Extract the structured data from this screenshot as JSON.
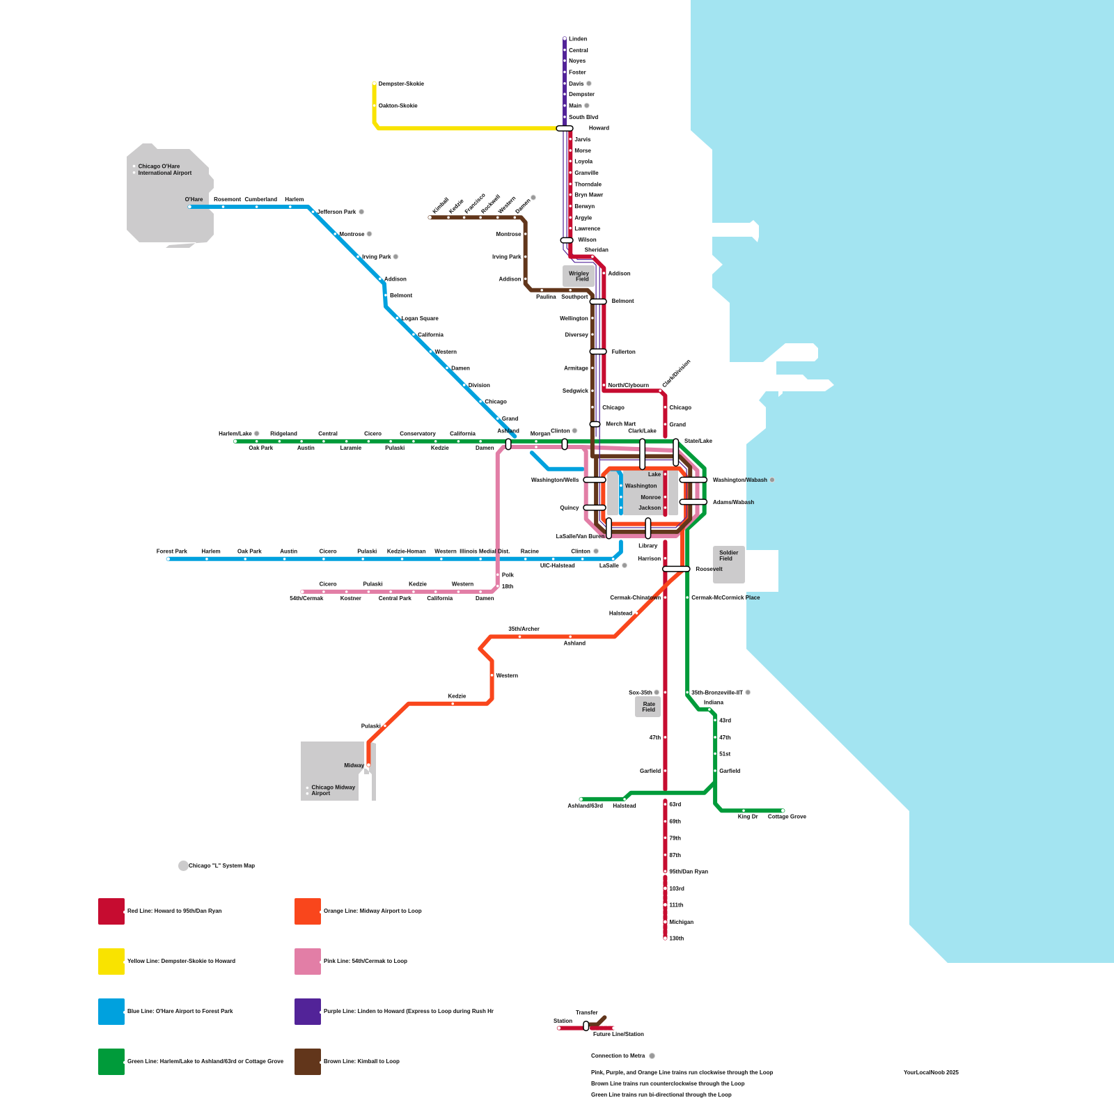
{
  "title": "Chicago \"L\" System Map",
  "credit": "YourLocalNoob 2025",
  "colors": {
    "red": "#c60c30",
    "yellow": "#f9e300",
    "blue": "#00a1de",
    "green": "#009b3a",
    "orange": "#f9461c",
    "pink": "#e27ea6",
    "purple": "#522398",
    "brown": "#62361b",
    "lake": "#a3e4f1",
    "landmark": "#cccbcc",
    "metra": "#999999"
  },
  "landmarks": [
    "Chicago O'Hare International Airport",
    "Wrigley Field",
    "Soldier Field",
    "Rate Field",
    "Chicago Midway Airport"
  ],
  "landmark_labels": {
    "ohare": [
      "Chicago O'Hare",
      "International Airport"
    ],
    "wrigley": [
      "Wrigley",
      "Field"
    ],
    "soldier": [
      "Soldier",
      "Field"
    ],
    "rate": [
      "Rate",
      "Field"
    ],
    "midway": [
      "Chicago Midway",
      "Airport"
    ]
  },
  "lines": {
    "purple": {
      "name": "Purple",
      "stations": [
        "Linden",
        "Central",
        "Noyes",
        "Foster",
        "Davis",
        "Dempster",
        "Main",
        "South Blvd",
        "Howard"
      ],
      "metra": [
        "Davis",
        "Main"
      ]
    },
    "yellow": {
      "name": "Yellow",
      "stations": [
        "Dempster-Skokie",
        "Oakton-Skokie",
        "Howard"
      ]
    },
    "red": {
      "name": "Red",
      "stations": [
        "Howard",
        "Jarvis",
        "Morse",
        "Loyola",
        "Granville",
        "Thorndale",
        "Bryn Mawr",
        "Berwyn",
        "Argyle",
        "Lawrence",
        "Wilson",
        "Sheridan",
        "Addison",
        "Belmont",
        "Fullerton",
        "North/Clybourn",
        "Clark/Division",
        "Chicago",
        "Grand",
        "Lake",
        "Monroe",
        "Jackson",
        "Harrison",
        "Roosevelt",
        "Cermak-Chinatown",
        "Sox-35th",
        "47th",
        "Garfield",
        "63rd",
        "69th",
        "79th",
        "87th",
        "95th/Dan Ryan"
      ],
      "future": [
        "103rd",
        "111th",
        "Michigan",
        "130th"
      ],
      "metra": [
        "Sox-35th"
      ]
    },
    "blue": {
      "name": "Blue",
      "stations": [
        "O'Hare",
        "Rosemont",
        "Cumberland",
        "Harlem",
        "Jefferson Park",
        "Montrose",
        "Irving Park",
        "Addison",
        "Belmont",
        "Logan Square",
        "California",
        "Western",
        "Damen",
        "Division",
        "Chicago",
        "Grand",
        "Washington",
        "Monroe",
        "Jackson",
        "LaSalle",
        "Clinton",
        "UIC-Halstead",
        "Racine",
        "Illinois Medial Dist.",
        "Western",
        "Kedzie-Homan",
        "Pulaski",
        "Cicero",
        "Austin",
        "Oak Park",
        "Harlem",
        "Forest Park"
      ],
      "metra": [
        "Jefferson Park",
        "Montrose",
        "Irving Park",
        "LaSalle",
        "Clinton"
      ]
    },
    "green": {
      "name": "Green",
      "stations": [
        "Harlem/Lake",
        "Oak Park",
        "Ridgeland",
        "Austin",
        "Central",
        "Laramie",
        "Cicero",
        "Pulaski",
        "Conservatory",
        "Kedzie",
        "California",
        "Damen",
        "Ashland",
        "Morgan",
        "Clinton",
        "Clark/Lake",
        "State/Lake",
        "Washington/Wabash",
        "Adams/Wabash",
        "Roosevelt",
        "Cermak-McCormick Place",
        "35th-Bronzeville-IIT",
        "Indiana",
        "43rd",
        "47th",
        "51st",
        "Garfield",
        "Halstead",
        "Ashland/63rd",
        "King Dr",
        "Cottage Grove"
      ],
      "metra": [
        "Harlem/Lake",
        "Clinton",
        "Washington/Wabash",
        "35th-Bronzeville-IIT"
      ]
    },
    "brown": {
      "name": "Brown",
      "stations": [
        "Kimball",
        "Kedzie",
        "Francisco",
        "Rockwell",
        "Western",
        "Damen",
        "Montrose",
        "Irving Park",
        "Addison",
        "Paulina",
        "Southport",
        "Belmont",
        "Wellington",
        "Diversey",
        "Fullerton",
        "Armitage",
        "Sedgwick",
        "Chicago",
        "Merch Mart"
      ]
    },
    "pink": {
      "name": "Pink",
      "stations": [
        "54th/Cermak",
        "Cicero",
        "Kostner",
        "Pulaski",
        "Central Park",
        "Kedzie",
        "California",
        "Western",
        "Damen",
        "18th",
        "Polk",
        "Ashland",
        "Morgan",
        "Clinton"
      ]
    },
    "orange": {
      "name": "Orange",
      "stations": [
        "Midway",
        "Pulaski",
        "Kedzie",
        "Western",
        "35th/Archer",
        "Ashland",
        "Halstead",
        "Roosevelt"
      ]
    }
  },
  "loop_stations": [
    "Clark/Lake",
    "State/Lake",
    "Washington/Wabash",
    "Adams/Wabash",
    "Library",
    "LaSalle/Van Buren",
    "Quincy",
    "Washington/Wells"
  ],
  "legend": {
    "title": "Chicago \"L\" System Map",
    "items": [
      {
        "color": "#c60c30",
        "label": "Red Line: Howard to 95th/Dan Ryan"
      },
      {
        "color": "#f9e300",
        "label": "Yellow Line: Dempster-Skokie to Howard"
      },
      {
        "color": "#00a1de",
        "label": "Blue Line: O'Hare Airport to Forest Park"
      },
      {
        "color": "#009b3a",
        "label": "Green Line: Harlem/Lake to Ashland/63rd or Cottage Grove"
      },
      {
        "color": "#f9461c",
        "label": "Orange Line: Midway Airport to Loop"
      },
      {
        "color": "#e27ea6",
        "label": "Pink Line: 54th/Cermak to Loop"
      },
      {
        "color": "#522398",
        "label": "Purple Line: Linden to Howard (Express to Loop during Rush Hr"
      },
      {
        "color": "#62361b",
        "label": "Brown Line: Kimball to Loop"
      }
    ],
    "key": {
      "station": "Station",
      "transfer": "Transfer",
      "future": "Future Line/Station"
    },
    "metra_note": "Connection to Metra",
    "notes": [
      "Pink, Purple, and Orange Line trains run clockwise through the Loop",
      "Brown Line trains run counterclockwise through the Loop",
      "Green Line trains run bi-directional through the Loop"
    ]
  }
}
